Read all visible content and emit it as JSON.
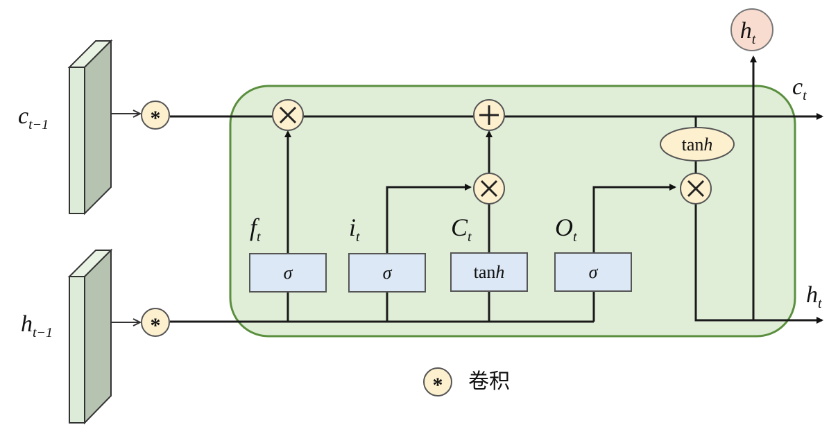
{
  "diagram": {
    "title": "ConvLSTM cell",
    "inputs": {
      "cell_prev": {
        "base": "c",
        "sub": "t−1"
      },
      "hidden_prev": {
        "base": "h",
        "sub": "t−1"
      }
    },
    "outputs": {
      "cell": {
        "base": "c",
        "sub": "t"
      },
      "hidden_right": {
        "base": "h",
        "sub": "t"
      },
      "hidden_top": {
        "base": "h",
        "sub": "t"
      }
    },
    "gates": [
      {
        "label_base": "f",
        "label_sub": "t",
        "activation": "σ"
      },
      {
        "label_base": "i",
        "label_sub": "t",
        "activation": "σ"
      },
      {
        "label_base": "C",
        "label_sub": "t",
        "activation": "tanh"
      },
      {
        "label_base": "O",
        "label_sub": "t",
        "activation": "σ"
      }
    ],
    "operators": {
      "multiply": "×",
      "add": "+",
      "convolution": "*"
    },
    "output_activation": "tanh",
    "legend": {
      "symbol": "*",
      "text": "卷积"
    },
    "colors": {
      "cell_box_fill": "#e0eed8",
      "cell_box_border": "#5a8f3e",
      "operator_fill": "#fdf0cf",
      "gate_fill": "#dce8f5",
      "output_node_fill": "#f8dccf",
      "tensor_front": "#ddecd8",
      "tensor_side": "#b5c3b0"
    }
  }
}
